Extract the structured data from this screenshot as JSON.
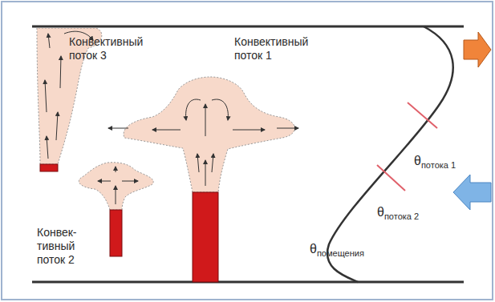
{
  "diagram": {
    "labels": [
      "Конвективный поток 3",
      "Конвективный поток 1",
      "Конвек- тивный поток 2",
      "θпотока 1",
      "θпотока 2",
      "θпомещения"
    ]
  }
}
